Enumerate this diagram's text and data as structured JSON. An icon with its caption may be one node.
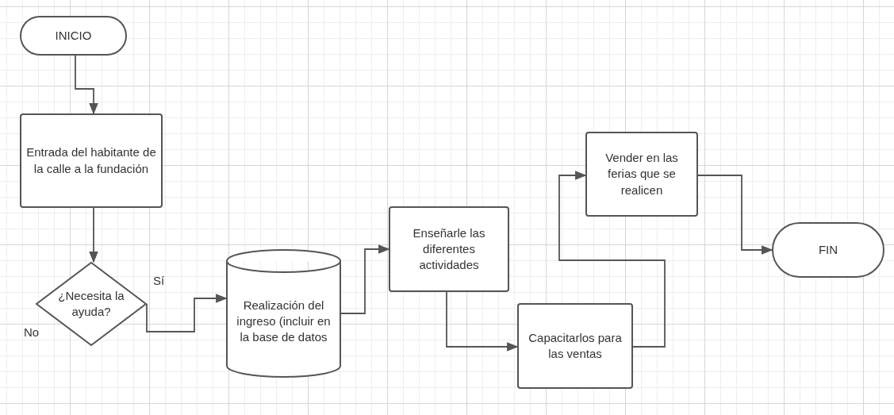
{
  "diagram": {
    "nodes": [
      {
        "text": [
          "INICIO"
        ]
      },
      {
        "text": [
          "Entrada del habitante de la calle a la fundación"
        ]
      },
      {
        "text": [
          "¿Necesita la ayuda?"
        ]
      },
      {
        "text": [
          "Realización del ingreso (incluir en la base de datos"
        ]
      },
      {
        "text": [
          "Enseñarle las diferentes actividades"
        ]
      },
      {
        "text": [
          "Capacitarlos para las ventas"
        ]
      },
      {
        "text": [
          "Vender en las ferias que se realicen"
        ]
      },
      {
        "text": [
          "FIN"
        ]
      }
    ],
    "edges": [
      {
        "from": 0,
        "to": 1,
        "arrow": "to"
      },
      {
        "from": 1,
        "to": 2,
        "arrow": "to"
      },
      {
        "from": 2,
        "to": 3,
        "arrow": "to",
        "label": "Sí"
      },
      {
        "from": 3,
        "to": 4,
        "arrow": "to"
      },
      {
        "from": 4,
        "to": 5,
        "arrow": "to"
      },
      {
        "from": 5,
        "to": 6,
        "arrow": "to"
      },
      {
        "from": 6,
        "to": 7,
        "arrow": "to"
      }
    ],
    "labels": [
      "No"
    ]
  }
}
